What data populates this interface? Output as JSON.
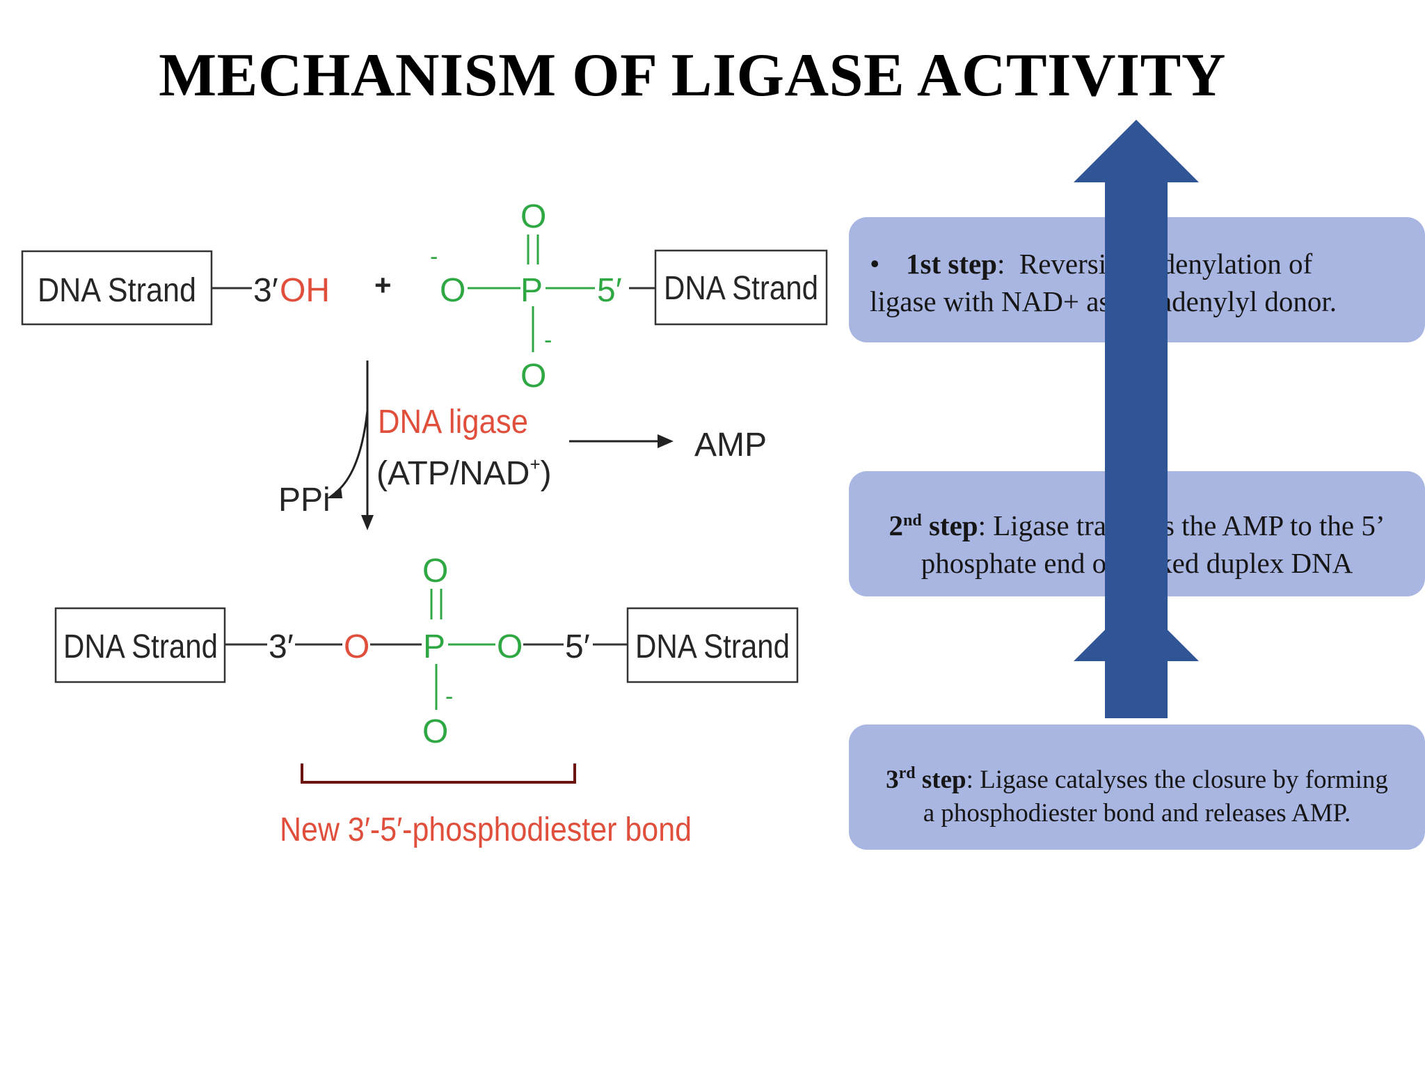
{
  "title": "MECHANISM OF LIGASE ACTIVITY",
  "reaction": {
    "dna_strand_label": "DNA Strand",
    "prime3": "3′",
    "prime5": "5′",
    "oh": "OH",
    "plus": "+",
    "oxygen": "O",
    "phosphorus": "P",
    "minus": "-",
    "enzyme": "DNA ligase",
    "cofactor_open": "(ATP/NAD",
    "cofactor_sup": "+",
    "cofactor_close": ")",
    "byproduct_ppi": "PPi",
    "byproduct_amp": "AMP",
    "new_bond_label": "New 3′-5′-phosphodiester bond"
  },
  "steps": [
    {
      "bullet": "•",
      "ordinal_num": "1st",
      "ordinal_sup": "",
      "step_word": " step",
      "colon": ":",
      "text_line1": "  Reversible adenylation of",
      "text_line2": "ligase with NAD+ as the adenylyl donor."
    },
    {
      "ordinal_num": "2",
      "ordinal_sup": "nd",
      "step_word": " step",
      "colon": ":",
      "text_line1": " Ligase transfers the AMP to the 5’",
      "text_line2": "phosphate end of nicked duplex DNA"
    },
    {
      "ordinal_num": "3",
      "ordinal_sup": "rd",
      "step_word": " step",
      "colon": ":",
      "text_line1": " Ligase catalyses the closure by forming",
      "text_line2": "a phosphodiester bond and releases AMP."
    }
  ],
  "colors": {
    "green": "#2fa844",
    "red": "#e04e3c",
    "dark_red": "#6b1410",
    "box_fill": "#a9b6e1",
    "arrow_blue": "#2f5597",
    "ink": "#262626"
  }
}
